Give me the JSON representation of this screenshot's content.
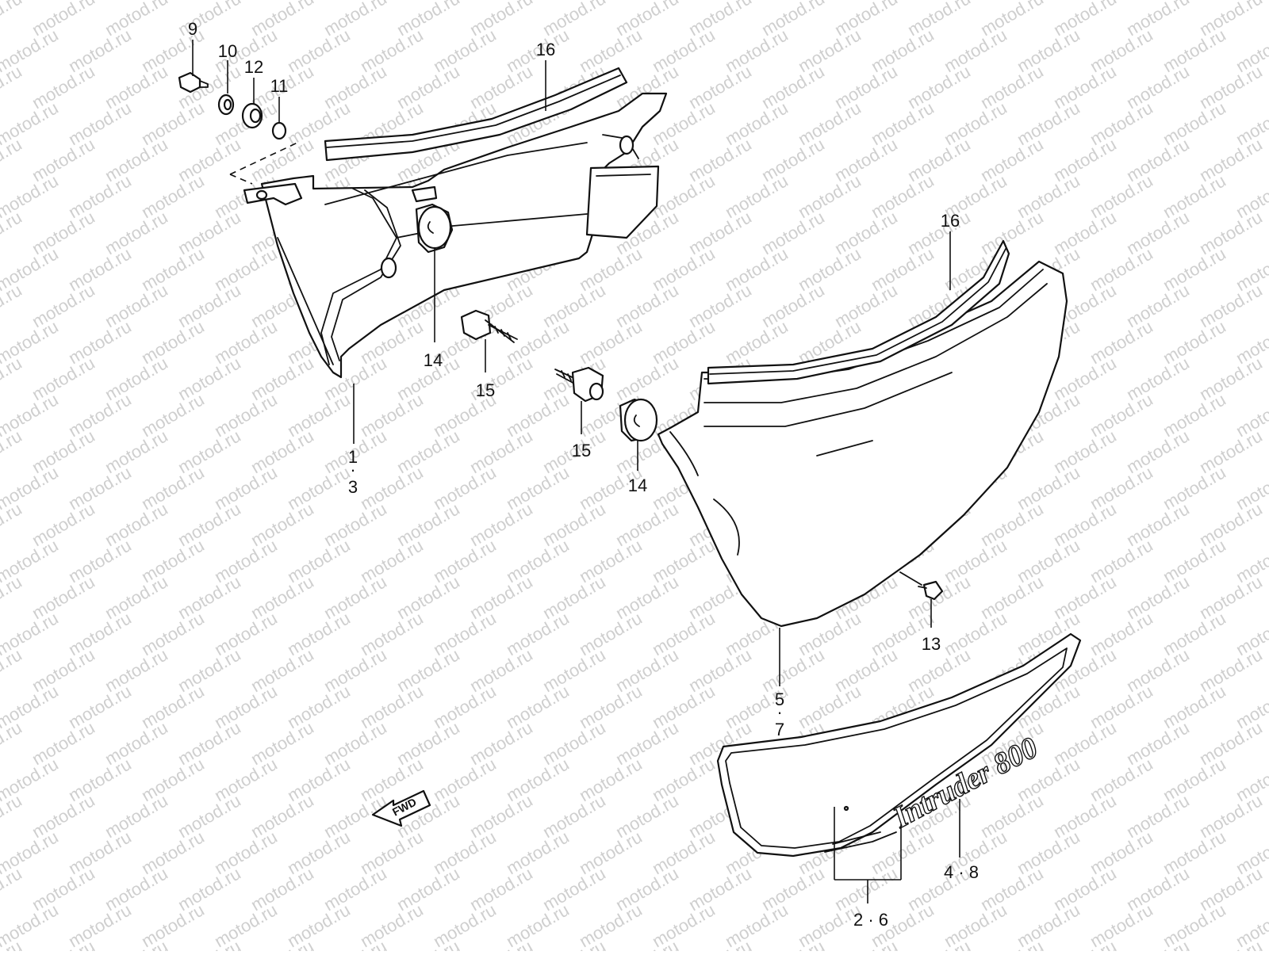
{
  "watermark": "motod.ru",
  "callouts": {
    "c9": "9",
    "c10": "10",
    "c12": "12",
    "c11": "11",
    "c16a": "16",
    "c16b": "16",
    "c14a": "14",
    "c15a": "15",
    "c15b": "15",
    "c14b": "14",
    "c1_3": [
      "1",
      "·",
      "3"
    ],
    "c5_7": [
      "5",
      "·",
      "7"
    ],
    "c13": "13",
    "c4_8": "4 · 8",
    "c2_6": "2 · 6"
  },
  "fwd_label": "FWD",
  "emblem_text": "Intruder 800",
  "colors": {
    "line": "#111111",
    "watermark": "#cfcfcf"
  }
}
